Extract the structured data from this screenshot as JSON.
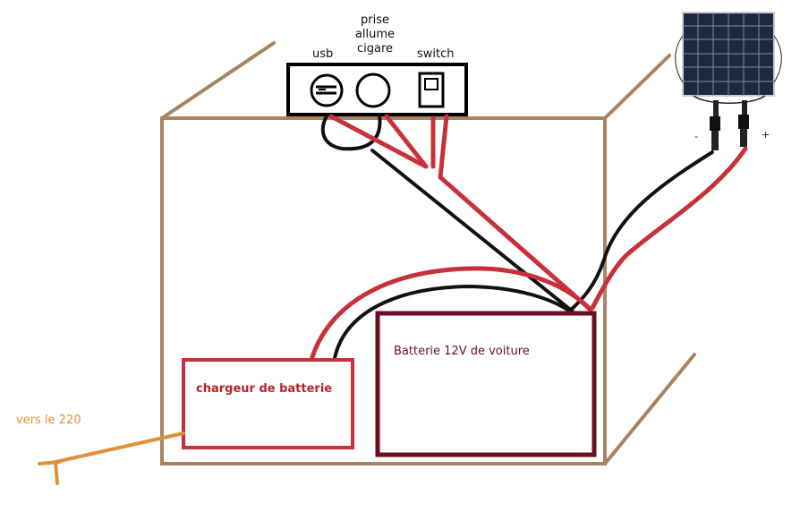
{
  "panel": {
    "usb_label": "usb",
    "cigar_label_line1": "prise",
    "cigar_label_line2": "allume",
    "cigar_label_line3": "cigare",
    "switch_label": "switch"
  },
  "solar": {
    "minus_label": "-",
    "plus_label": "+"
  },
  "battery": {
    "label": "Batterie 12V de voiture"
  },
  "charger": {
    "label": "chargeur de batterie"
  },
  "mains": {
    "label": "vers le 220"
  },
  "colors": {
    "box": "#a98463",
    "red_wire": "#c8313b",
    "black_wire": "#111111",
    "battery_border": "#6b0f1e",
    "charger_border": "#c8313b",
    "mains_wire": "#e0913a"
  }
}
